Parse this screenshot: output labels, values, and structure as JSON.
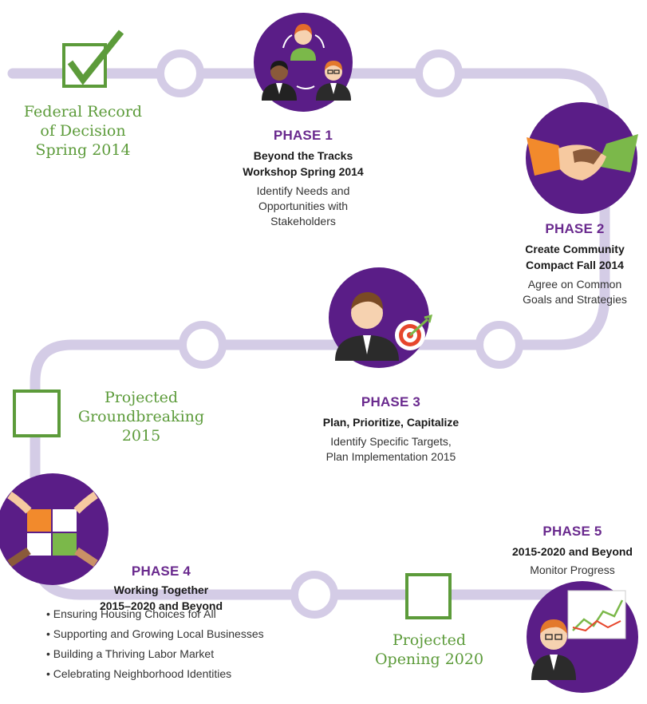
{
  "colors": {
    "path": "#d4cce6",
    "purple": "#5a1d87",
    "purple_text": "#6a2a8e",
    "green": "#5c9b3a",
    "orange": "#f28a2c"
  },
  "milestones": {
    "rod": {
      "lines": [
        "Federal Record",
        "of Decision",
        "Spring 2014"
      ],
      "status": "checked"
    },
    "groundbreaking": {
      "lines": [
        "Projected",
        "Groundbreaking",
        "2015"
      ],
      "status": "unchecked"
    },
    "opening": {
      "lines": [
        "Projected",
        "Opening 2020"
      ],
      "status": "unchecked"
    }
  },
  "phases": {
    "p1": {
      "title": "PHASE 1",
      "subtitle": [
        "Beyond the Tracks",
        "Workshop Spring 2014"
      ],
      "description": [
        "Identify Needs and",
        "Opportunities with",
        "Stakeholders"
      ],
      "icon": "stakeholders-icon"
    },
    "p2": {
      "title": "PHASE 2",
      "subtitle": [
        "Create Community",
        "Compact Fall 2014"
      ],
      "description": [
        "Agree on Common",
        "Goals and Strategies"
      ],
      "icon": "handshake-icon"
    },
    "p3": {
      "title": "PHASE 3",
      "subtitle": [
        "Plan, Prioritize, Capitalize"
      ],
      "description": [
        "Identify Specific Targets,",
        "Plan Implementation 2015"
      ],
      "icon": "target-icon"
    },
    "p4": {
      "title": "PHASE 4",
      "subtitle": [
        "Working Together",
        "2015–2020 and Beyond"
      ],
      "bullets": [
        "Ensuring Housing Choices for All",
        "Supporting and Growing Local Businesses",
        "Building a Thriving Labor Market",
        "Celebrating Neighborhood Identities"
      ],
      "icon": "puzzle-icon"
    },
    "p5": {
      "title": "PHASE 5",
      "subtitle": [
        "2015-2020 and Beyond"
      ],
      "description": [
        "Monitor Progress"
      ],
      "icon": "chart-presenter-icon"
    }
  }
}
